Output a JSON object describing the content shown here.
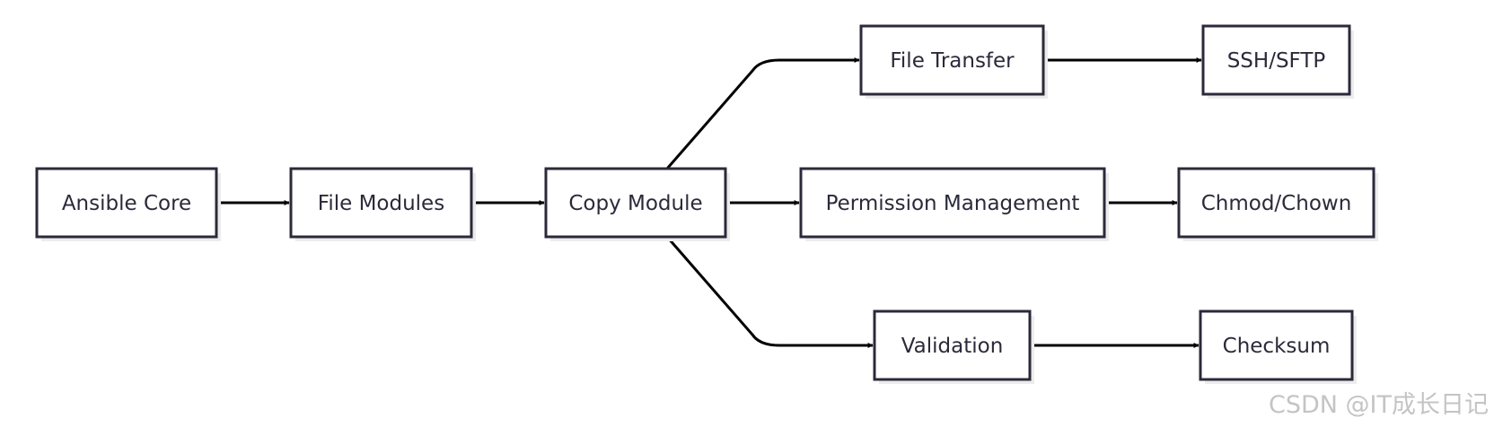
{
  "diagram": {
    "type": "flowchart",
    "direction": "left-to-right",
    "nodes": [
      {
        "id": "ansible_core",
        "label": "Ansible Core"
      },
      {
        "id": "file_modules",
        "label": "File Modules"
      },
      {
        "id": "copy_module",
        "label": "Copy Module"
      },
      {
        "id": "file_transfer",
        "label": "File Transfer"
      },
      {
        "id": "permission_management",
        "label": "Permission Management"
      },
      {
        "id": "validation",
        "label": "Validation"
      },
      {
        "id": "ssh_sftp",
        "label": "SSH/SFTP"
      },
      {
        "id": "chmod_chown",
        "label": "Chmod/Chown"
      },
      {
        "id": "checksum",
        "label": "Checksum"
      }
    ],
    "edges": [
      {
        "from": "ansible_core",
        "to": "file_modules"
      },
      {
        "from": "file_modules",
        "to": "copy_module"
      },
      {
        "from": "copy_module",
        "to": "file_transfer"
      },
      {
        "from": "copy_module",
        "to": "permission_management"
      },
      {
        "from": "copy_module",
        "to": "validation"
      },
      {
        "from": "file_transfer",
        "to": "ssh_sftp"
      },
      {
        "from": "permission_management",
        "to": "chmod_chown"
      },
      {
        "from": "validation",
        "to": "checksum"
      }
    ],
    "colors": {
      "node_border": "#2b2a3a",
      "node_fill": "#ffffff",
      "edge": "#000000",
      "text": "#2b2a3a"
    }
  },
  "watermark": "CSDN @IT成长日记"
}
